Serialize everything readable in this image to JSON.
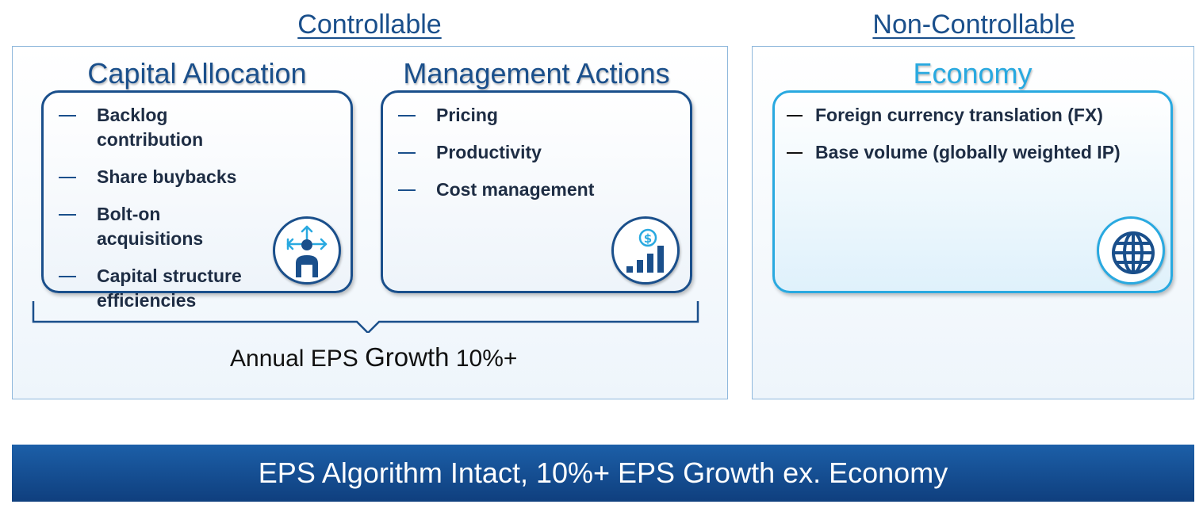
{
  "headings": {
    "controllable": "Controllable",
    "non_controllable": "Non-Controllable"
  },
  "capital_allocation": {
    "title": "Capital Allocation",
    "items": [
      "Backlog contribution",
      "Share buybacks",
      "Bolt-on acquisitions",
      "Capital structure efficiencies"
    ],
    "icon": "person-arrows-icon"
  },
  "management_actions": {
    "title": "Management Actions",
    "items": [
      "Pricing",
      "Productivity",
      "Cost management"
    ],
    "icon": "dollar-bar-chart-icon"
  },
  "economy": {
    "title": "Economy",
    "items": [
      "Foreign currency translation (FX)",
      "Base volume (globally weighted IP)"
    ],
    "icon": "globe-icon"
  },
  "growth": {
    "prefix": "Annual EPS",
    "middle": "Growth",
    "suffix": "10%+"
  },
  "banner": {
    "text": "EPS Algorithm Intact, 10%+ EPS Growth ex. Economy"
  },
  "colors": {
    "navy": "#1a4f8b",
    "light_blue": "#29a9e0",
    "banner": "#0f3f7e"
  }
}
